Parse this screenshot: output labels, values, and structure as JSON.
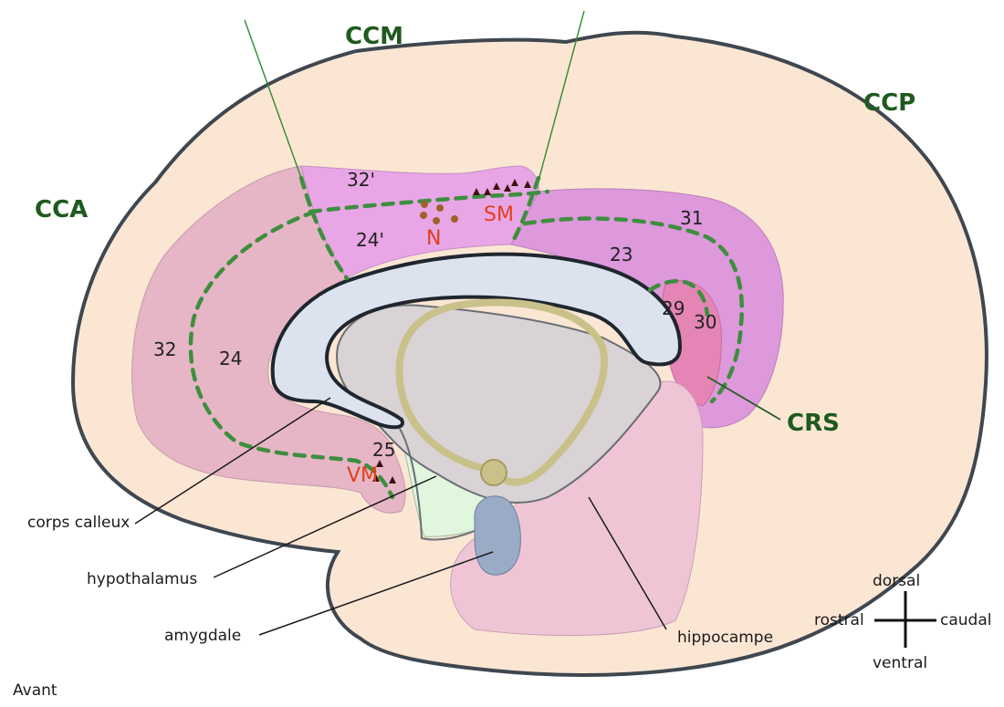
{
  "areas": {
    "cca": "CCA",
    "ccm": "CCM",
    "ccp": "CCP",
    "crs": "CRS"
  },
  "brodmann": {
    "a32p": "32'",
    "a24p": "24'",
    "a31": "31",
    "a23": "23",
    "a29": "29",
    "a30": "30",
    "a32": "32",
    "a24": "24",
    "a25": "25"
  },
  "markers": {
    "sm": "SM",
    "n": "N",
    "vm": "VM"
  },
  "callouts": {
    "corps_calleux": "corps calleux",
    "hypothalamus": "hypothalamus",
    "amygdale": "amygdale",
    "hippocampe": "hippocampe"
  },
  "orientation": {
    "dorsal": "dorsal",
    "ventral": "ventral",
    "rostral": "rostral",
    "caudal": "caudal"
  },
  "footer": {
    "avant": "Avant"
  },
  "colors": {
    "brain": "#fbe6d4",
    "outline": "#3f4750",
    "anterior_cingulate": "#e6b6c6",
    "mid_cingulate": "#e8a6e6",
    "posterior_cingulate": "#de98dc",
    "retrosplenial": "#e585b5",
    "corpus_callosum": "#dde2ef",
    "fornix": "#c9c18a",
    "hippocampus": "#efc5d5",
    "hypothalamus": "#e0f6dd",
    "amygdala": "#9aabc6",
    "dashed_border": "#3e8e3e",
    "area_label": "#1f5a1f",
    "marker_red": "#e0401a",
    "dot_brown": "#a0602a",
    "triangle_dark": "#3a1010"
  }
}
